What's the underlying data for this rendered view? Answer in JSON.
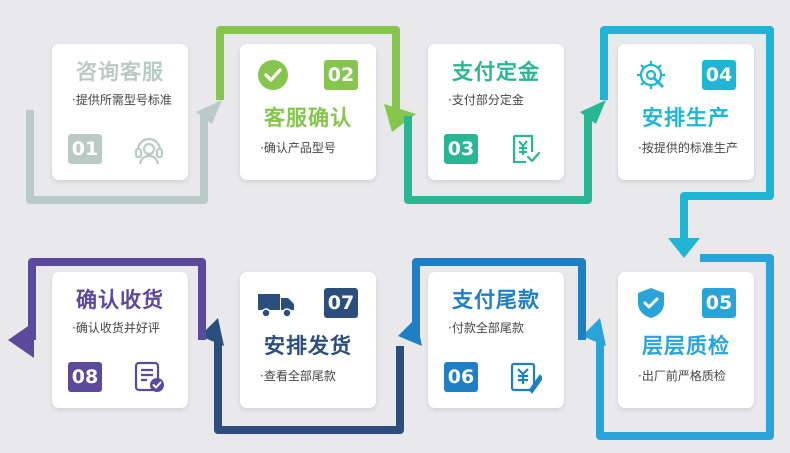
{
  "colors": {
    "s1": "#b9cbc4",
    "s2": "#86c64f",
    "s3": "#29b793",
    "s4": "#1fb6d6",
    "s5": "#2aa3d8",
    "s6": "#1e7fc4",
    "s7": "#2b4e7c",
    "s8": "#5a4a9c"
  },
  "steps": [
    {
      "title": "咨询客服",
      "desc": "·提供所需型号标准",
      "num": "01",
      "icon": "headset-icon"
    },
    {
      "title": "客服确认",
      "desc": "·确认产品型号",
      "num": "02",
      "icon": "check-circle-icon"
    },
    {
      "title": "支付定金",
      "desc": "·支付部分定金",
      "num": "03",
      "icon": "yuan-receipt-icon"
    },
    {
      "title": "安排生产",
      "desc": "·按提供的标准生产",
      "num": "04",
      "icon": "gear-wrench-icon"
    },
    {
      "title": "层层质检",
      "desc": "·出厂前严格质检",
      "num": "05",
      "icon": "shield-check-icon"
    },
    {
      "title": "支付尾款",
      "desc": "·付款全部尾款",
      "num": "06",
      "icon": "yuan-pen-icon"
    },
    {
      "title": "安排发货",
      "desc": "·查看全部尾款",
      "num": "07",
      "icon": "truck-icon"
    },
    {
      "title": "确认收货",
      "desc": "·确认收货并好评",
      "num": "08",
      "icon": "clipboard-check-icon"
    }
  ]
}
